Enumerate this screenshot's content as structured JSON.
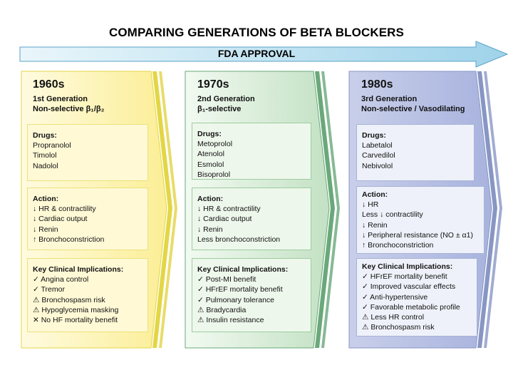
{
  "title": "COMPARING GENERATIONS OF BETA BLOCKERS",
  "timeline": {
    "label": "FDA APPROVAL"
  },
  "columns": [
    {
      "era": "1960s",
      "generation": "1st Generation",
      "selectivity": "Non-selective β₁/β₂",
      "drugs": {
        "heading": "Drugs:",
        "items": [
          "Propranolol",
          "Timolol",
          "Nadolol"
        ]
      },
      "action": {
        "heading": "Action:",
        "items": [
          "↓ HR & contractility",
          "↓ Cardiac output",
          "↓ Renin",
          "↑ Bronchoconstriction"
        ]
      },
      "implications": {
        "heading": "Key Clinical Implications:",
        "items": [
          "✓ Angina control",
          "✓ Tremor",
          "⚠ Bronchospasm risk",
          "⚠ Hypoglycemia masking",
          "✕ No HF mortality benefit"
        ]
      }
    },
    {
      "era": "1970s",
      "generation": "2nd Generation",
      "selectivity": "β₁-selective",
      "drugs": {
        "heading": "Drugs:",
        "items": [
          "Metoprolol",
          "Atenolol",
          "Esmolol",
          "Bisoprolol"
        ]
      },
      "action": {
        "heading": "Action:",
        "items": [
          "↓ HR & contractility",
          "↓ Cardiac output",
          "↓ Renin",
          "Less bronchoconstriction"
        ]
      },
      "implications": {
        "heading": "Key Clinical Implications:",
        "items": [
          "✓ Post-MI benefit",
          "✓ HFrEF mortality benefit",
          "✓ Pulmonary tolerance",
          "⚠ Bradycardia",
          "⚠ Insulin resistance"
        ]
      }
    },
    {
      "era": "1980s",
      "generation": "3rd Generation",
      "selectivity": "Non-selective / Vasodilating",
      "drugs": {
        "heading": "Drugs:",
        "items": [
          "Labetalol",
          "Carvedilol",
          "Nebivolol"
        ]
      },
      "action": {
        "heading": "Action:",
        "items": [
          "↓ HR",
          "Less ↓ contractility",
          "↓ Renin",
          "↓ Peripheral resistance (NO ± α1)",
          "↑ Bronchoconstriction"
        ]
      },
      "implications": {
        "heading": "Key Clinical Implications:",
        "items": [
          "✓ HFrEF mortality benefit",
          "✓ Improved vascular effects",
          "✓ Anti-hypertensive",
          "✓ Favorable metabolic profile",
          "⚠ Less HR control",
          "⚠ Bronchospasm risk"
        ]
      }
    }
  ],
  "colors": {
    "col1": "#fdf3ad",
    "col1_edge": "#e3d645",
    "col2": "#cfe8cd",
    "col2_edge": "#6aa87a",
    "col3": "#b9c1e4",
    "col3_edge": "#8896c4",
    "arrow": "#bfe3f2"
  }
}
